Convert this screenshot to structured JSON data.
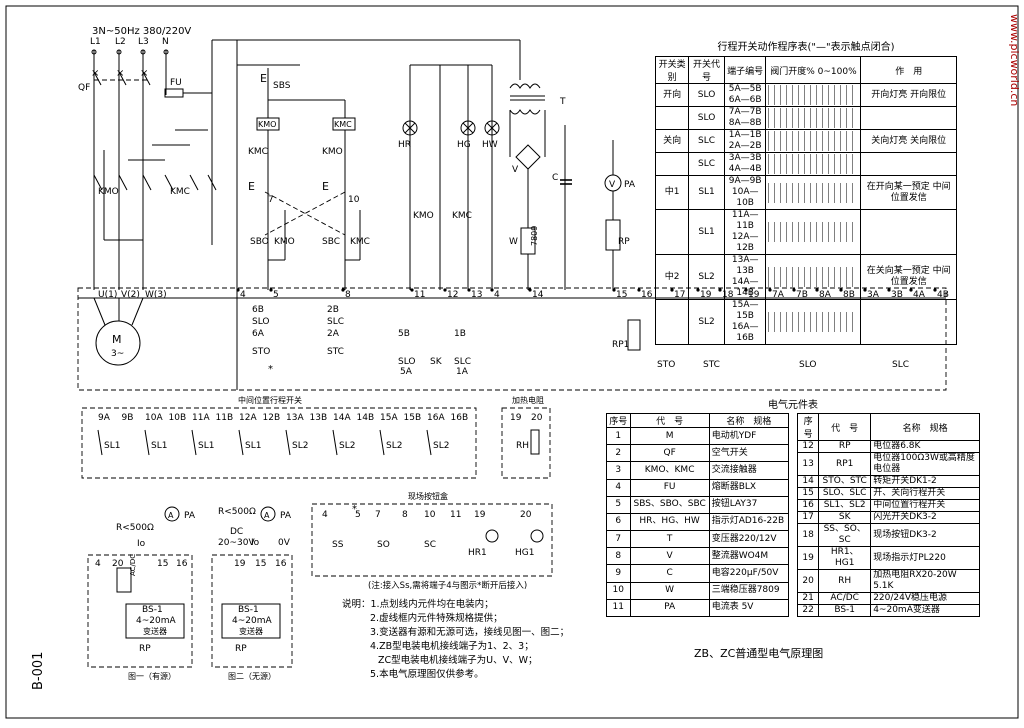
{
  "sheet_code": "B-001",
  "watermark": "www.plcworld.cn",
  "drawing_title": "ZB、ZC普通型电气原理图",
  "power": {
    "supply": "3N~50Hz  380/220V",
    "lines": [
      "L1",
      "L2",
      "L3",
      "N"
    ],
    "qf": "QF",
    "fu": "FU",
    "motor": "M",
    "motor_sub": "3~",
    "terminals": [
      "U(1)",
      "V(2)",
      "W(3)"
    ]
  },
  "control_labels": {
    "sbs": "SBS",
    "kmo": "KMO",
    "kmc": "KMC",
    "sbo": "SBO",
    "sbc": "SBC",
    "hr": "HR",
    "hg": "HG",
    "hw": "HW",
    "t": "T",
    "v": "V",
    "c": "C",
    "w": "W",
    "w_val": "7809",
    "pa": "PA",
    "rp": "RP",
    "rp1": "RP1"
  },
  "terminal_row": [
    "4",
    "5",
    "8",
    "11",
    "12",
    "13",
    "4",
    "14",
    "15",
    "16",
    "17",
    "19",
    "18",
    "19",
    "7A",
    "7B",
    "8A",
    "8B",
    "3A",
    "3B",
    "4A",
    "4B"
  ],
  "limit_row": {
    "left": [
      "6B",
      "SLO",
      "6A",
      "STO"
    ],
    "right": [
      "2B",
      "SLC",
      "2A",
      "STC"
    ],
    "mid": [
      "5B",
      "SLO",
      "5A",
      "SK",
      "1B",
      "SLC",
      "1A"
    ],
    "switches": [
      "STO",
      "STC",
      "SLO",
      "SLC"
    ]
  },
  "mid_limit": {
    "title": "中间位置行程开关",
    "terminals": [
      "9A",
      "9B",
      "10A",
      "10B",
      "11A",
      "11B",
      "12A",
      "12B",
      "13A",
      "13B",
      "14A",
      "14B",
      "15A",
      "15B",
      "16A",
      "16B"
    ],
    "switches": [
      "SL1",
      "SL1",
      "SL1",
      "SL1",
      "SL2",
      "SL2",
      "SL2",
      "SL2"
    ]
  },
  "heater": {
    "title": "加热电阻",
    "terminals": [
      "19",
      "20"
    ],
    "label": "RH"
  },
  "schedule": {
    "title": "行程开关动作程序表(\"—\"表示触点闭合)",
    "headers": [
      "开关类别",
      "开关代号",
      "端子编号",
      "阀门开度% 0~100%",
      "作　用"
    ],
    "rows": [
      {
        "cat": "开向",
        "code": "SLO",
        "terms": [
          "5A—5B",
          "6A—6B"
        ],
        "use": "开向灯亮 开向限位"
      },
      {
        "cat": "",
        "code": "SLO",
        "terms": [
          "7A—7B",
          "8A—8B"
        ],
        "use": ""
      },
      {
        "cat": "关向",
        "code": "SLC",
        "terms": [
          "1A—1B",
          "2A—2B"
        ],
        "use": "关向灯亮 关向限位"
      },
      {
        "cat": "",
        "code": "SLC",
        "terms": [
          "3A—3B",
          "4A—4B"
        ],
        "use": ""
      },
      {
        "cat": "中1",
        "code": "SL1",
        "terms": [
          "9A—9B",
          "10A—10B"
        ],
        "use": "在开向某一预定 中间位置发信"
      },
      {
        "cat": "",
        "code": "SL1",
        "terms": [
          "11A—11B",
          "12A—12B"
        ],
        "use": ""
      },
      {
        "cat": "中2",
        "code": "SL2",
        "terms": [
          "13A—13B",
          "14A—14B"
        ],
        "use": "在关向某一预定 中间位置发信"
      },
      {
        "cat": "",
        "code": "SL2",
        "terms": [
          "15A—15B",
          "16A—16B"
        ],
        "use": ""
      }
    ]
  },
  "components": {
    "title": "电气元件表",
    "headers": [
      "序号",
      "代　号",
      "名称　规格"
    ],
    "left": [
      [
        "1",
        "M",
        "电动机YDF"
      ],
      [
        "2",
        "QF",
        "空气开关"
      ],
      [
        "3",
        "KMO、KMC",
        "交流接触器"
      ],
      [
        "4",
        "FU",
        "熔断器BLX"
      ],
      [
        "5",
        "SBS、SBO、SBC",
        "按钮LAY37"
      ],
      [
        "6",
        "HR、HG、HW",
        "指示灯AD16-22B"
      ],
      [
        "7",
        "T",
        "变压器220/12V"
      ],
      [
        "8",
        "V",
        "整流器WO4M"
      ],
      [
        "9",
        "C",
        "电容220μF/50V"
      ],
      [
        "10",
        "W",
        "三端稳压器7809"
      ],
      [
        "11",
        "PA",
        "电流表 5V"
      ]
    ],
    "right": [
      [
        "12",
        "RP",
        "电位器6.8K"
      ],
      [
        "13",
        "RP1",
        "电位器100Ω3W或高精度电位器"
      ],
      [
        "14",
        "STO、STC",
        "转矩开关DK1-2"
      ],
      [
        "15",
        "SLO、SLC",
        "开、关向行程开关"
      ],
      [
        "16",
        "SL1、SL2",
        "中间位置行程开关"
      ],
      [
        "17",
        "SK",
        "闪光开关DK3-2"
      ],
      [
        "18",
        "SS、SO、SC",
        "现场按钮DK3-2"
      ],
      [
        "19",
        "HR1、HG1",
        "现场指示灯PL220"
      ],
      [
        "20",
        "RH",
        "加热电阻RX20-20W  5.1K"
      ],
      [
        "21",
        "AC/DC",
        "220/24V稳压电源"
      ],
      [
        "22",
        "BS-1",
        "4~20mA变送器"
      ]
    ]
  },
  "field_box": {
    "title": "现场按钮盒",
    "terminals": [
      "4",
      "5",
      "7",
      "8",
      "10",
      "11",
      "19",
      "20"
    ],
    "labels": [
      "SS",
      "SO",
      "SC",
      "HR1",
      "HG1"
    ],
    "note": "(注:接入Ss,需将端子4与图示*断开后接入)"
  },
  "fig1": {
    "caption": "图一（有源）",
    "r": "R<500Ω",
    "io": "Io",
    "pa": "PA",
    "terms": [
      "4",
      "20",
      "15",
      "16"
    ],
    "acdc": "AC/DC",
    "bs": "BS-1",
    "range": "4~20mA",
    "name": "变送器",
    "rp": "RP"
  },
  "fig2": {
    "caption": "图二（无源）",
    "r": "R<500Ω",
    "dc": "DC",
    "dc_range": "20~30V",
    "io": "Io",
    "ov": "0V",
    "pa": "PA",
    "terms": [
      "19",
      "15",
      "16"
    ],
    "bs": "BS-1",
    "range": "4~20mA",
    "name": "变送器",
    "rp": "RP"
  },
  "notes": [
    "说明：1.点划线内元件均在电装内；",
    "2.虚线框内元件特殊规格提供；",
    "3.变送器有源和无源可选，接线见图一、图二；",
    "4.ZB型电装电机接线端子为1、2、3；",
    "ZC型电装电机接线端子为U、V、W；",
    "5.本电气原理图仅供参考。"
  ]
}
